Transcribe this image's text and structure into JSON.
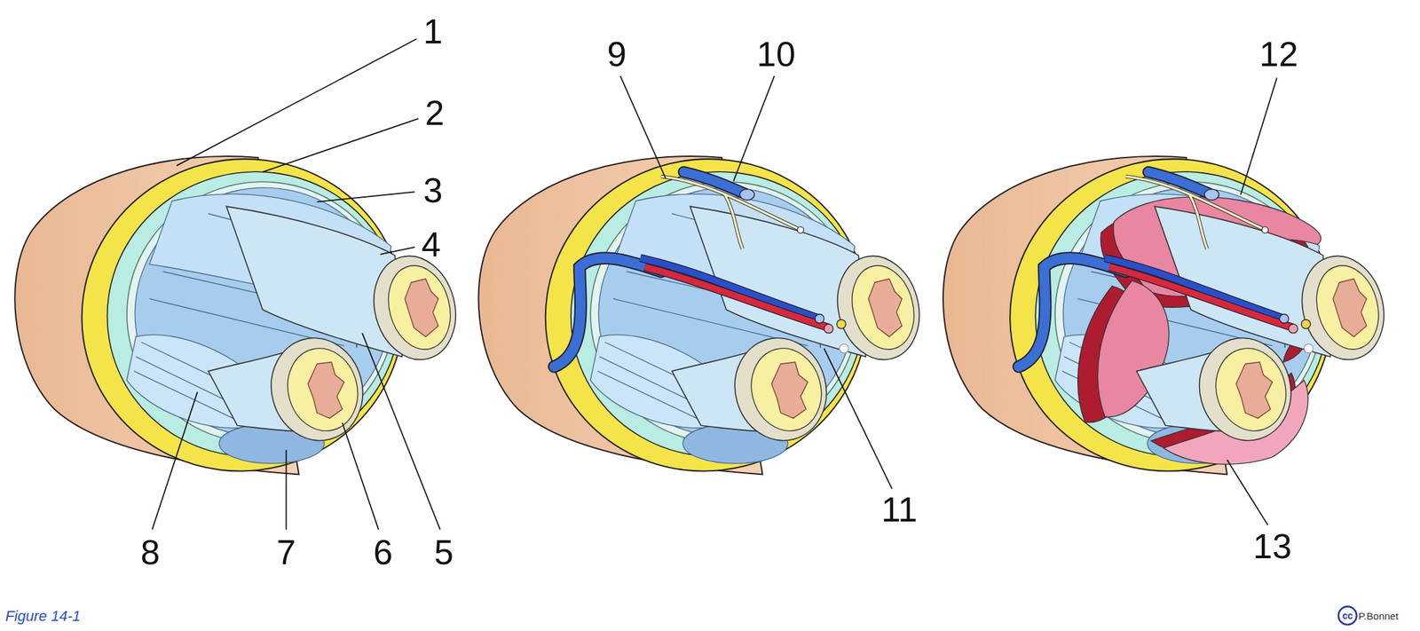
{
  "diagram": {
    "caption": "Figure 14-1",
    "labels": [
      "1",
      "2",
      "3",
      "4",
      "5",
      "6",
      "7",
      "8",
      "9",
      "10",
      "11",
      "12",
      "13",
      "cc",
      "P.Bonnet"
    ]
  }
}
